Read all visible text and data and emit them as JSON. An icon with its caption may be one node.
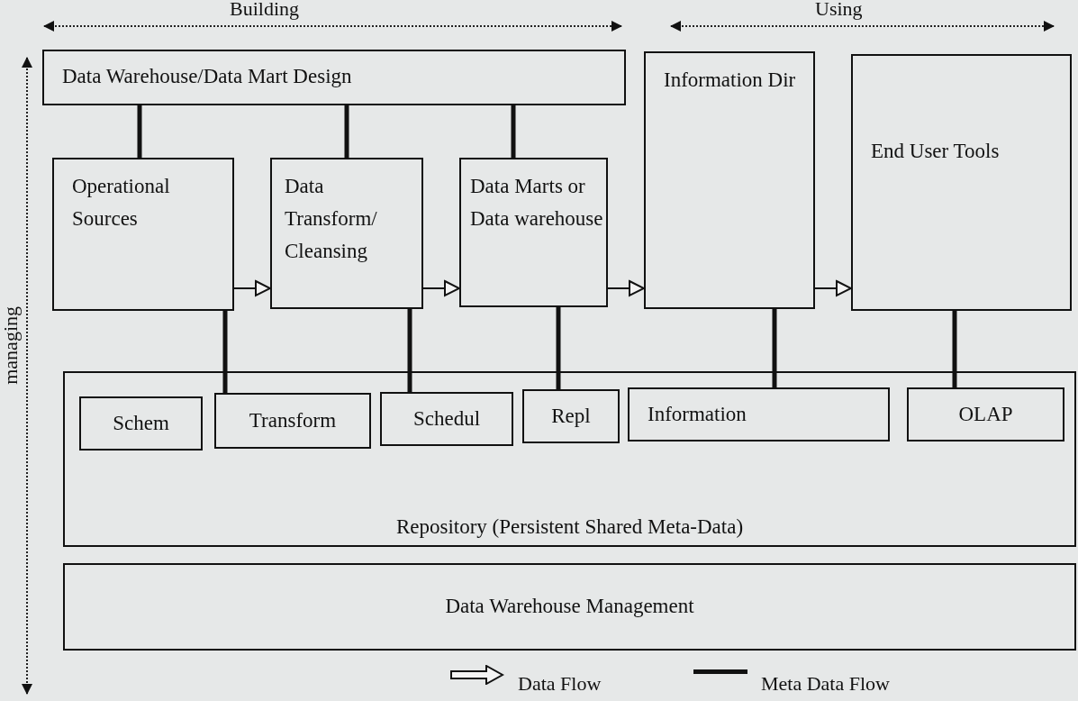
{
  "diagram": {
    "nodes": [
      {
        "text": [
          "Data Warehouse/Data Mart Design"
        ]
      },
      {
        "text": [
          "Operational Sources"
        ]
      },
      {
        "text": [
          "Data Transform/ Cleansing"
        ]
      },
      {
        "text": [
          "Data Marts or Data warehouse"
        ]
      },
      {
        "text": [
          "Information Dir"
        ]
      },
      {
        "text": [
          "End User Tools"
        ]
      },
      {
        "text": [
          "Repository (Persistent Shared Meta-Data)"
        ]
      },
      {
        "text": [
          "Schem"
        ],
        "in": 6
      },
      {
        "text": [
          "Transform"
        ],
        "in": 6
      },
      {
        "text": [
          "Schedul"
        ],
        "in": 6
      },
      {
        "text": [
          "Repl"
        ],
        "in": 6
      },
      {
        "text": [
          "Information"
        ],
        "in": 6
      },
      {
        "text": [
          "OLAP"
        ],
        "in": 6
      },
      {
        "text": [
          "Data Warehouse Management"
        ]
      }
    ],
    "edges": [
      {
        "from": 0,
        "to": 1,
        "arrow": "none"
      },
      {
        "from": 0,
        "to": 2,
        "arrow": "none"
      },
      {
        "from": 0,
        "to": 3,
        "arrow": "none"
      },
      {
        "from": 1,
        "to": 2,
        "arrow": "to"
      },
      {
        "from": 2,
        "to": 3,
        "arrow": "to"
      },
      {
        "from": 3,
        "to": 4,
        "arrow": "to"
      },
      {
        "from": 4,
        "to": 5,
        "arrow": "to"
      },
      {
        "from": 1,
        "to": 8,
        "arrow": "none"
      },
      {
        "from": 2,
        "to": 9,
        "arrow": "none"
      },
      {
        "from": 3,
        "to": 10,
        "arrow": "none"
      },
      {
        "from": 4,
        "to": 11,
        "arrow": "none"
      },
      {
        "from": 5,
        "to": 12,
        "arrow": "none"
      }
    ],
    "labels": [
      "Building",
      "Using",
      "managing"
    ],
    "legend": [
      {
        "text": "Data Flow"
      },
      {
        "text": "Meta Data Flow"
      }
    ]
  }
}
